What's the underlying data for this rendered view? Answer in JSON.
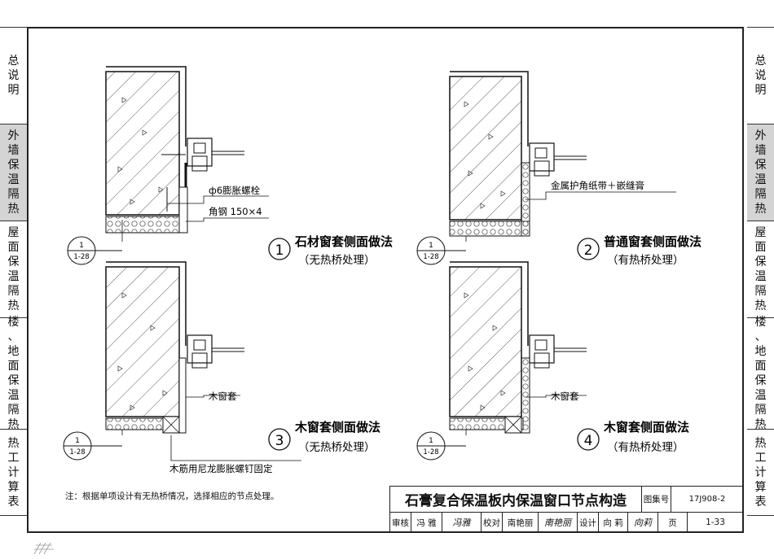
{
  "left_tabs": [
    {
      "label": "总说明",
      "active": false
    },
    {
      "label": "外墙保温隔热",
      "active": true
    },
    {
      "label": "屋面保温隔热",
      "active": false
    },
    {
      "label": "楼、地面保温隔热",
      "active": false
    },
    {
      "label": "热工计算表",
      "active": false
    }
  ],
  "right_tabs": [
    {
      "label": "总说明",
      "active": false
    },
    {
      "label": "外墙保温隔热",
      "active": true
    },
    {
      "label": "屋面保温隔热",
      "active": false
    },
    {
      "label": "楼、地面保温隔热",
      "active": false
    },
    {
      "label": "热工计算表",
      "active": false
    }
  ],
  "details": {
    "d1": {
      "number": "1",
      "title": "石材窗套侧面做法",
      "subtitle": "（无热桥处理）"
    },
    "d2": {
      "number": "2",
      "title": "普通窗套侧面做法",
      "subtitle": "（有热桥处理）"
    },
    "d3": {
      "number": "3",
      "title": "木窗套侧面做法",
      "subtitle": "（无热桥处理）"
    },
    "d4": {
      "number": "4",
      "title": "木窗套侧面做法",
      "subtitle": "（有热桥处理）"
    }
  },
  "callouts": {
    "bolt": "ф6膨胀螺栓",
    "angle_steel": "角钢 150×4",
    "metal_tape": "金属护角纸带＋嵌缝膏",
    "wood_casing_3": "木窗套",
    "wood_casing_4": "木窗套",
    "nylon_anchor": "木筋用尼龙膨胀螺钉固定"
  },
  "reference": {
    "top": "1",
    "bottom": "1-28"
  },
  "note": "注：根据单项设计有无热桥情况，选择相应的节点处理。",
  "title_block": {
    "title": "石膏复合保温板内保温窗口节点构造",
    "atlas_label": "图集号",
    "atlas_value": "17J908-2",
    "review_label": "审核",
    "review_name": "冯 雅",
    "review_sig": "冯雅",
    "check_label": "校对",
    "check_name": "南艳丽",
    "check_sig": "南艳丽",
    "design_label": "设计",
    "design_name": "向 莉",
    "design_sig": "向莉",
    "page_label": "页",
    "page_value": "1-33"
  },
  "colors": {
    "line": "#111111",
    "tab_active": "#d4d4d4"
  }
}
